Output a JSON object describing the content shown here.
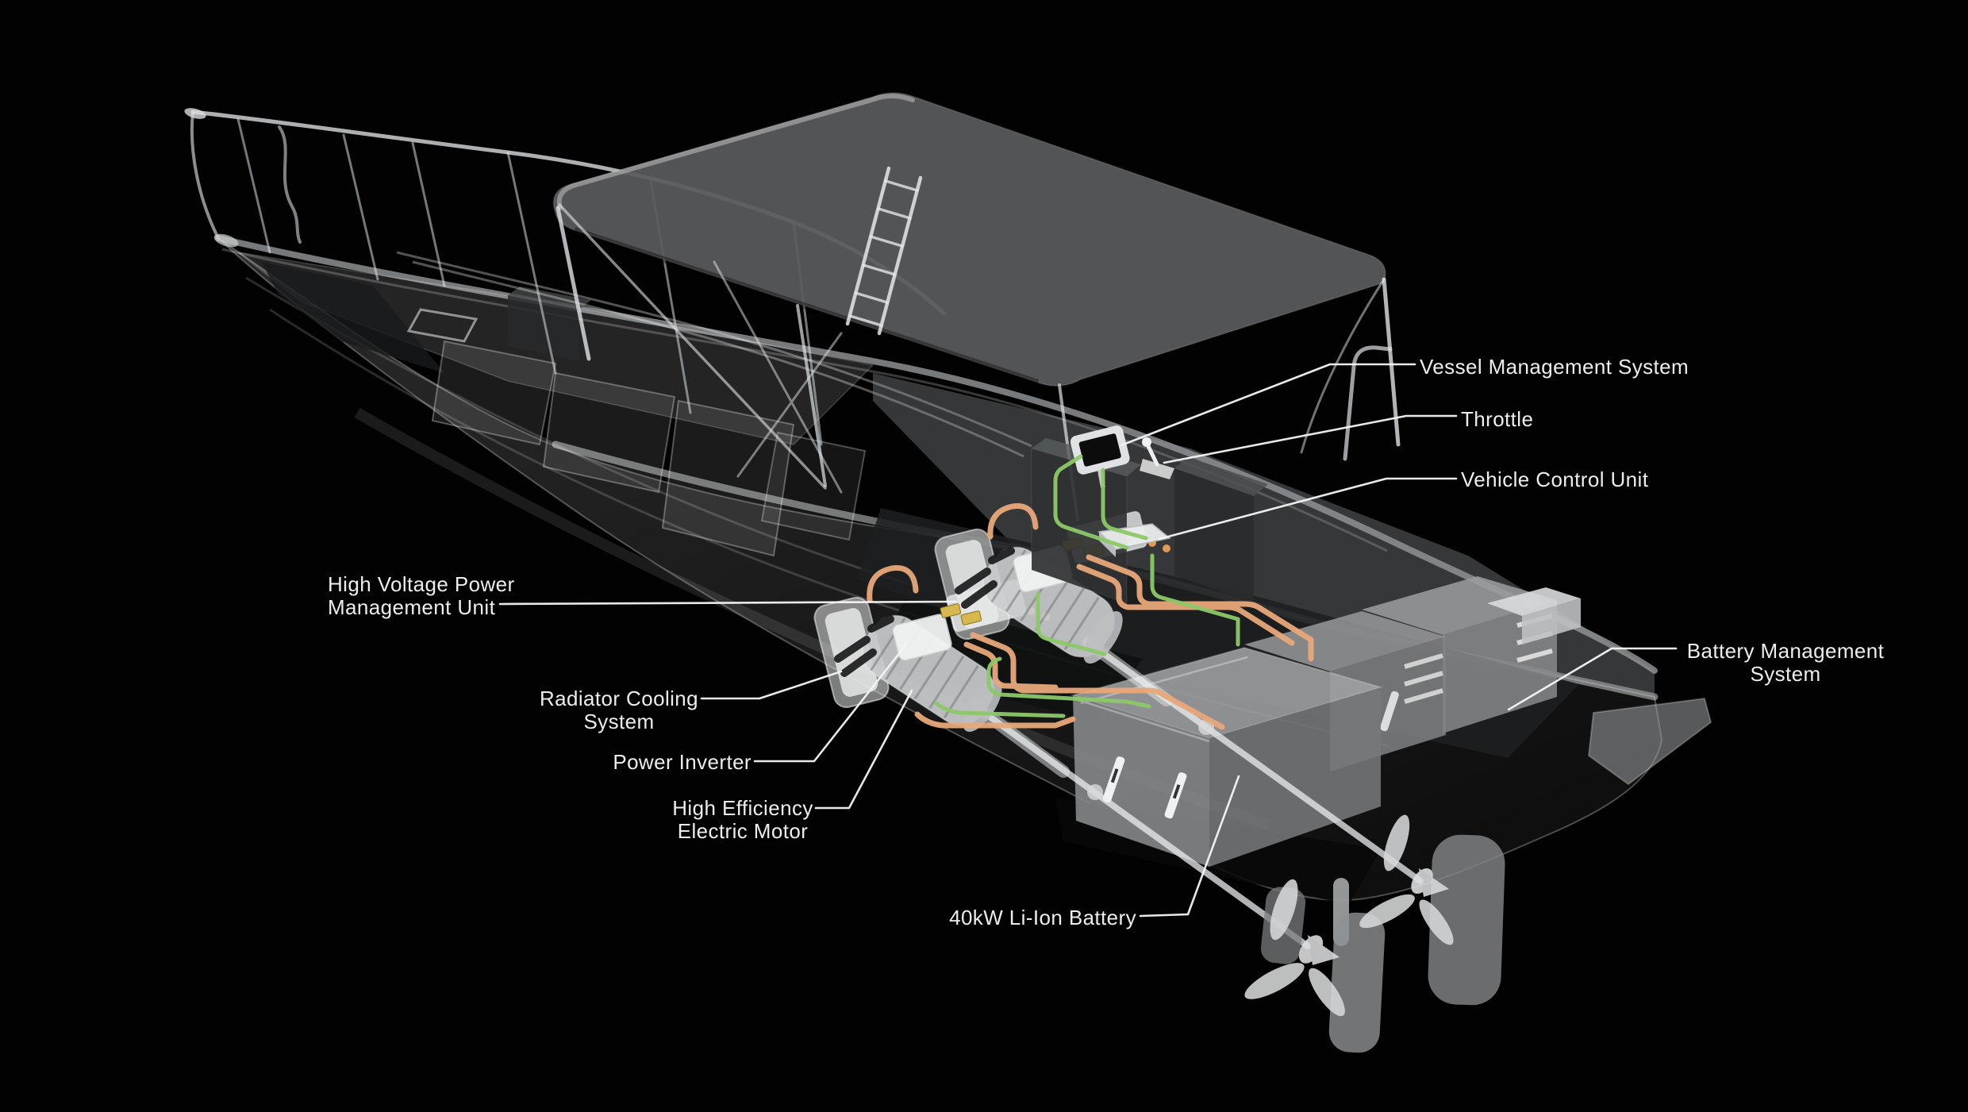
{
  "labels": {
    "vms": {
      "line1": "Vessel Management System"
    },
    "throttle": {
      "line1": "Throttle"
    },
    "vcu": {
      "line1": "Vehicle Control Unit"
    },
    "hvpmu": {
      "line1": "High Voltage Power",
      "line2": "Management Unit"
    },
    "radiator": {
      "line1": "Radiator Cooling",
      "line2": "System"
    },
    "inverter": {
      "line1": "Power Inverter"
    },
    "motor": {
      "line1": "High Efficiency",
      "line2": "Electric Motor"
    },
    "battery": {
      "line1": "40kW Li-Ion Battery"
    },
    "bms": {
      "line1": "Battery Management",
      "line2": "System"
    }
  },
  "colors": {
    "background": "#020202",
    "label_text": "#ededed",
    "leader_line": "#f5f5f5",
    "power_cable": "#e8a87a",
    "signal_cable": "#8cc968",
    "connector": "#d6b84e",
    "canopy": "#5a5b5d",
    "hull_glass": "#c8ccd0",
    "battery_grey": "#909294"
  }
}
